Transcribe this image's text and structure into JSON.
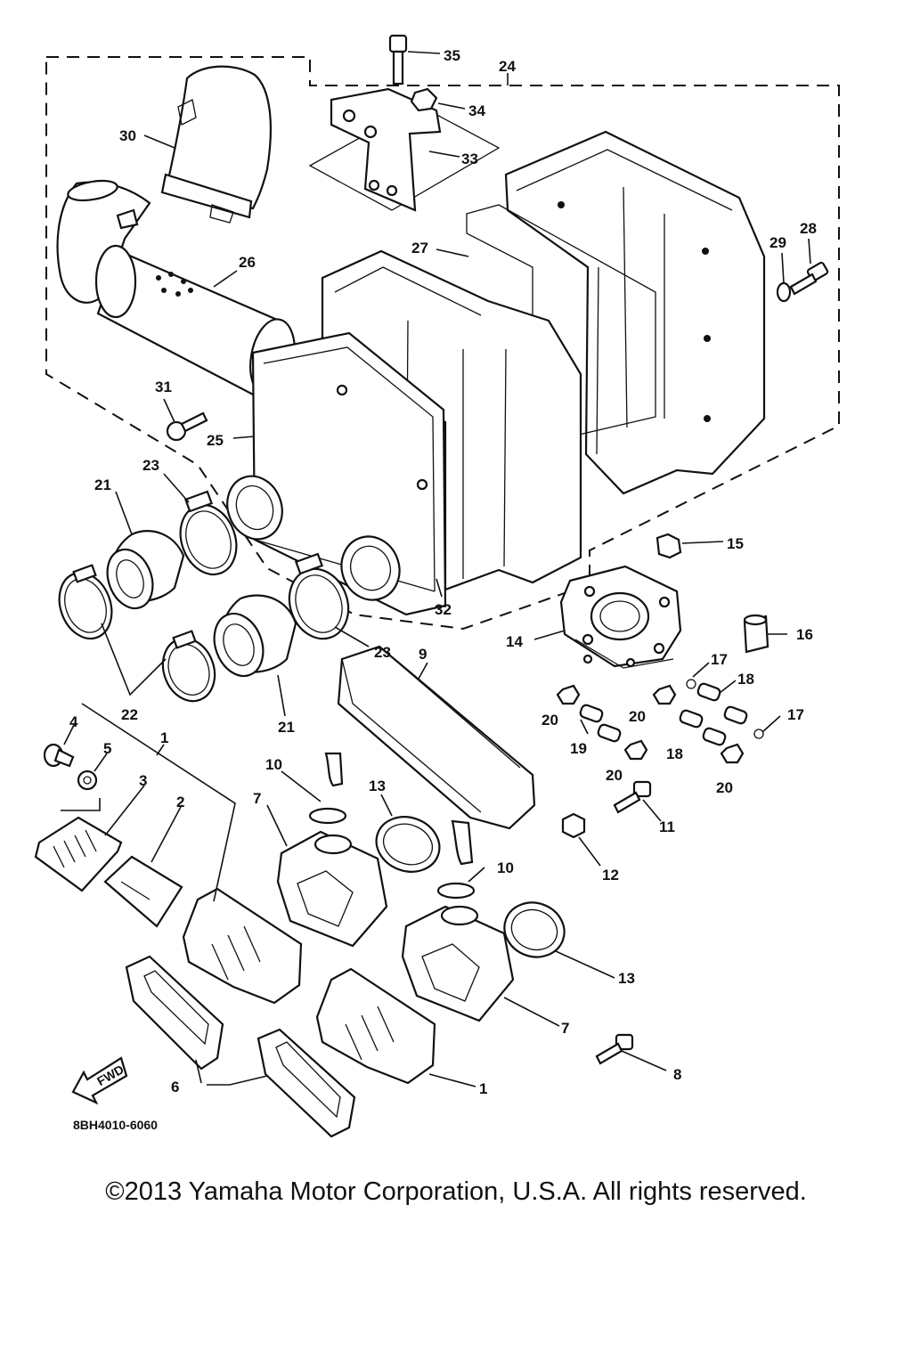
{
  "callouts": [
    "1",
    "2",
    "3",
    "4",
    "5",
    "6",
    "7",
    "8",
    "9",
    "10",
    "11",
    "12",
    "13",
    "14",
    "15",
    "16",
    "17",
    "18",
    "19",
    "20",
    "21",
    "22",
    "23",
    "24",
    "25",
    "26",
    "27",
    "28",
    "29",
    "30",
    "31",
    "32",
    "33",
    "34",
    "35"
  ],
  "fwd_label": "FWD",
  "diagram_code": "8BH4010-6060",
  "copyright": "©2013 Yamaha Motor Corporation, U.S.A. All rights reserved."
}
